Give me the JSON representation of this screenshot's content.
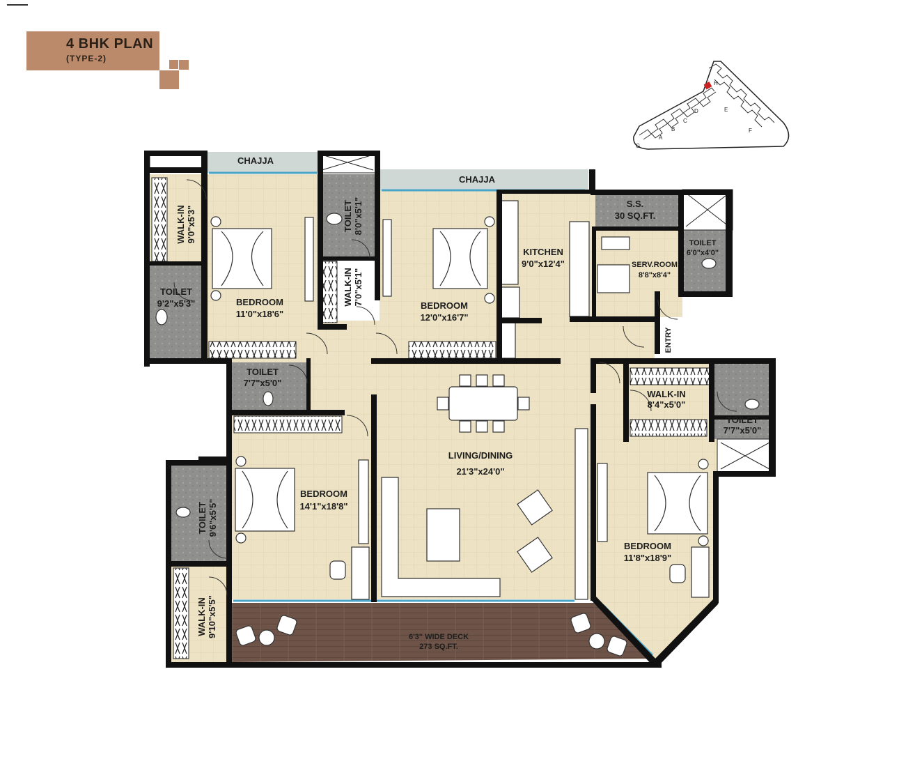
{
  "header": {
    "title": "4 BHK PLAN",
    "subtitle": "(TYPE-2)"
  },
  "colors": {
    "brand": "#bb8a6a",
    "floor": "#ede3c4",
    "tile": "#8e8e8c",
    "wall": "#111111",
    "deck": "#6e5448",
    "chajja": "#cfd8d4",
    "glass": "#4aa5c8",
    "unit_marker": "#cc2222"
  },
  "rooms": {
    "chajja_left": "CHAJJA",
    "chajja_right": "CHAJJA",
    "walkin_1": {
      "name": "WALK-IN",
      "size": "9'0\"x5'3\""
    },
    "toilet_1": {
      "name": "TOILET",
      "size": "9'2\"x5'3\""
    },
    "bedroom_1": {
      "name": "BEDROOM",
      "size": "11'0\"x18'6\""
    },
    "toilet_2": {
      "name": "TOILET",
      "size": "8'0\"x5'1\""
    },
    "walkin_2": {
      "name": "WALK-IN",
      "size": "7'0\"x5'1\""
    },
    "bedroom_2": {
      "name": "BEDROOM",
      "size": "12'0\"x16'7\""
    },
    "kitchen": {
      "name": "KITCHEN",
      "size": "9'0\"x12'4\""
    },
    "ss": {
      "name": "S.S.",
      "size": "30 SQ.FT."
    },
    "serv_room": {
      "name": "SERV.ROOM",
      "size": "8'8\"x8'4\""
    },
    "toilet_serv": {
      "name": "TOILET",
      "size": "6'0\"x4'0\""
    },
    "entry": "ENTRY",
    "toilet_3": {
      "name": "TOILET",
      "size": "7'7\"x5'0\""
    },
    "living": {
      "name": "LIVING/DINING",
      "size": "21'3\"x24'0\""
    },
    "walkin_3": {
      "name": "WALK-IN",
      "size": "8'4\"x5'0\""
    },
    "toilet_4": {
      "name": "TOILET",
      "size": "7'7\"x5'0\""
    },
    "bedroom_3": {
      "name": "BEDROOM",
      "size": "14'1\"x18'8\""
    },
    "toilet_5": {
      "name": "TOILET",
      "size": "9'6\"x5'5\""
    },
    "walkin_4": {
      "name": "WALK-IN",
      "size": "9'10\"x5'5\""
    },
    "bedroom_4": {
      "name": "BEDROOM",
      "size": "11'8\"x18'9\""
    },
    "deck": {
      "name": "6'3\" WIDE DECK",
      "size": "273 SQ.FT."
    }
  },
  "keyplan": {
    "wing_labels": [
      "G",
      "A",
      "B",
      "C",
      "D",
      "E",
      "F",
      "H"
    ],
    "highlighted_wing": "H"
  }
}
